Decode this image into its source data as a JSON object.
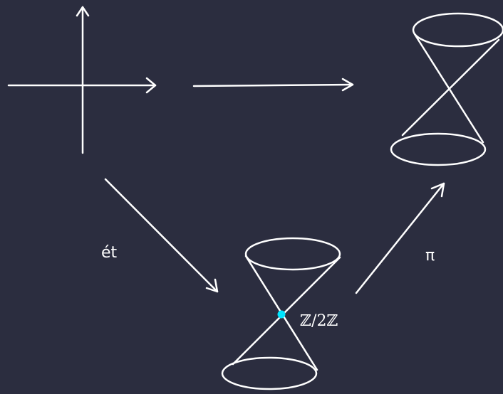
{
  "labels": {
    "etale": "ét",
    "projection": "π",
    "singularity": "ℤ/2ℤ"
  },
  "colors": {
    "background": "#2b2d3f",
    "stroke": "#ffffff",
    "singular_point": "#00e5ff"
  }
}
